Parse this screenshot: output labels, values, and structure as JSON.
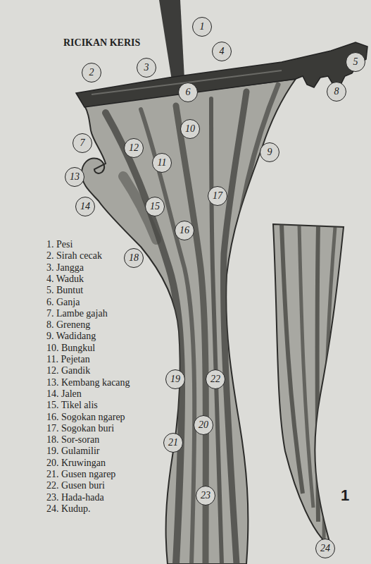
{
  "diagram": {
    "title": "RICIKAN KERIS",
    "nodes": [
      {
        "text": [
          "1"
        ]
      },
      {
        "text": [
          "2"
        ]
      },
      {
        "text": [
          "3"
        ]
      },
      {
        "text": [
          "4"
        ]
      },
      {
        "text": [
          "5"
        ]
      },
      {
        "text": [
          "6"
        ]
      },
      {
        "text": [
          "7"
        ]
      },
      {
        "text": [
          "8"
        ]
      },
      {
        "text": [
          "9"
        ]
      },
      {
        "text": [
          "10"
        ]
      },
      {
        "text": [
          "11"
        ]
      },
      {
        "text": [
          "12"
        ]
      },
      {
        "text": [
          "13"
        ]
      },
      {
        "text": [
          "14"
        ]
      },
      {
        "text": [
          "15"
        ]
      },
      {
        "text": [
          "16"
        ]
      },
      {
        "text": [
          "17"
        ]
      },
      {
        "text": [
          "18"
        ]
      },
      {
        "text": [
          "19"
        ]
      },
      {
        "text": [
          "20"
        ]
      },
      {
        "text": [
          "21"
        ]
      },
      {
        "text": [
          "22"
        ]
      },
      {
        "text": [
          "23"
        ]
      },
      {
        "text": [
          "24"
        ]
      }
    ],
    "labels": [
      "1. Pesi",
      "2. Sirah cecak",
      "3. Jangga",
      "4. Waduk",
      "5. Buntut",
      "6. Ganja",
      "7. Lambe gajah",
      "8. Greneng",
      "9. Wadidang",
      "10. Bungkul",
      "11. Pejetan",
      "12. Gandik",
      "13. Kembang kacang",
      "14. Jalen",
      "15. Tikel alis",
      "16. Sogokan ngarep",
      "17. Sogokan buri",
      "18. Sor-soran",
      "19. Gulamilir",
      "20. Kruwingan",
      "21. Gusen ngarep",
      "22. Gusen buri",
      "23. Hada-hada",
      "24. Kudup.",
      "1"
    ]
  }
}
